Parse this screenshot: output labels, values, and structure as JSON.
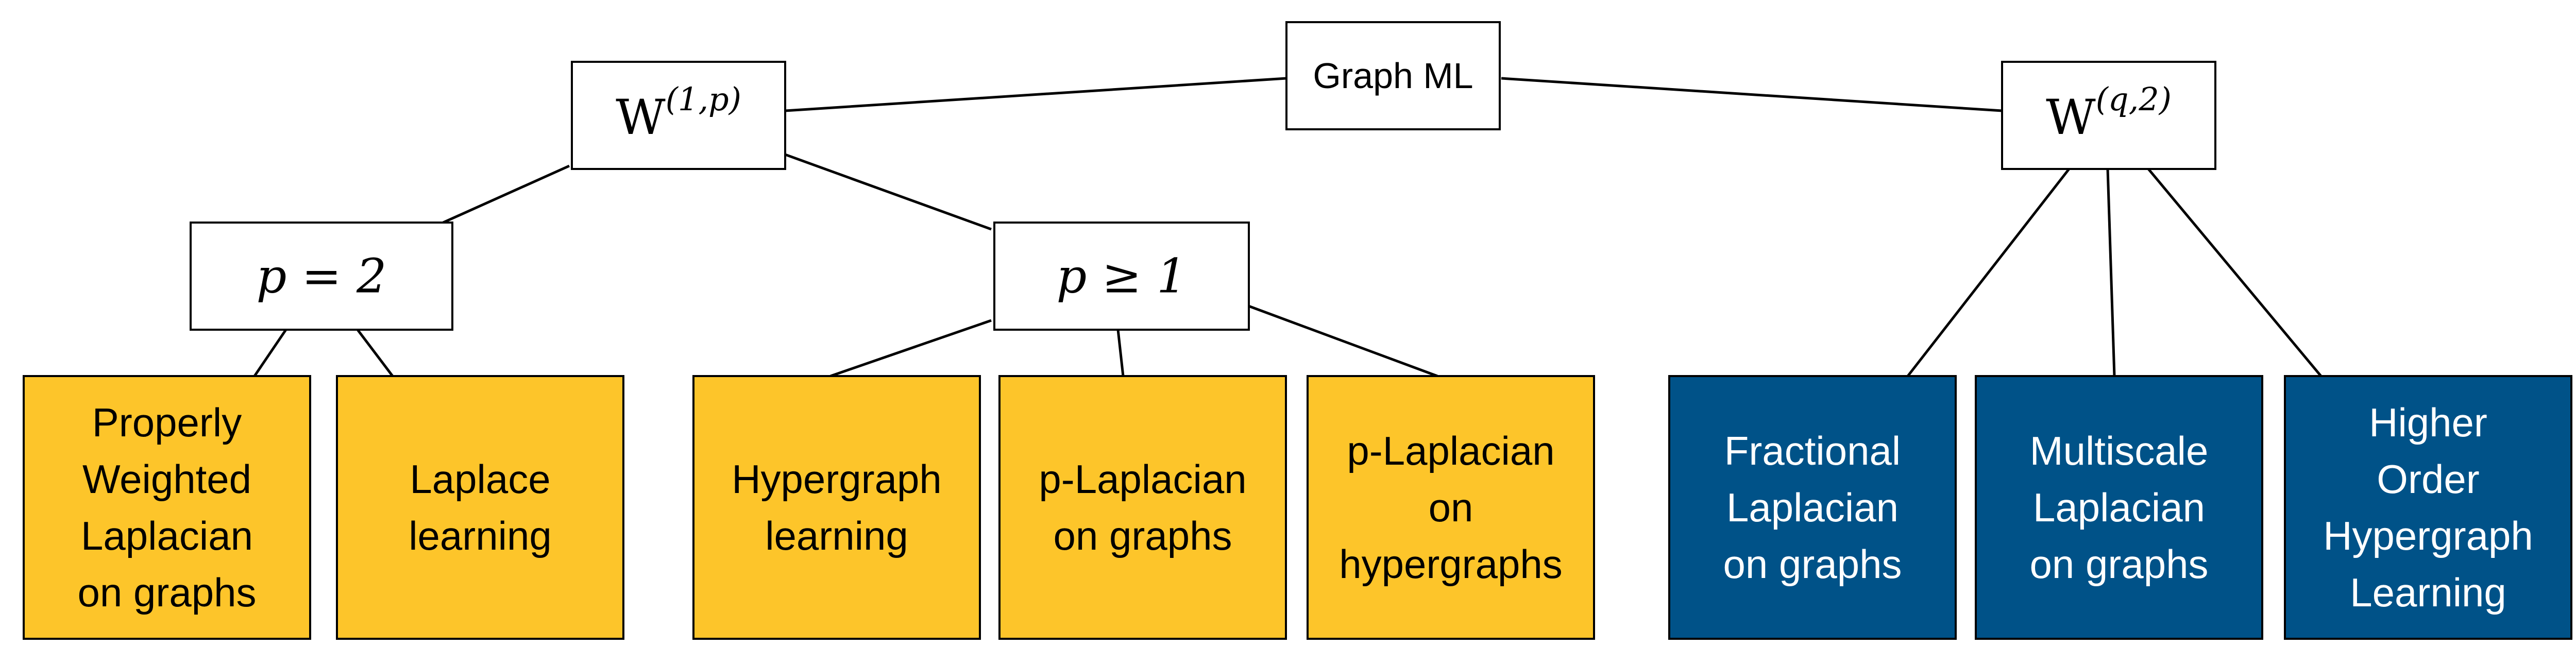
{
  "colors": {
    "line": "#000000",
    "white_fill": "#ffffff",
    "box_stroke": "#000000",
    "yellow_fill": "#fdc52a",
    "blue_fill": "#005288",
    "text_dark": "#000000",
    "text_light": "#ffffff"
  },
  "nodes": {
    "root": {
      "label": "Graph ML"
    },
    "w1p": {
      "base": "W",
      "sup": "(1,p)"
    },
    "wq2": {
      "base": "W",
      "sup": "(q,2)"
    },
    "p2": {
      "label": "p = 2"
    },
    "pge1": {
      "label": "p ≥ 1"
    }
  },
  "leaves": [
    {
      "id": "properly-weighted",
      "lines": [
        "Properly",
        "Weighted",
        "Laplacian",
        "on graphs"
      ]
    },
    {
      "id": "laplace-learning",
      "lines": [
        "Laplace",
        "learning"
      ]
    },
    {
      "id": "hypergraph-learning",
      "lines": [
        "Hypergraph",
        "learning"
      ]
    },
    {
      "id": "p-laplacian-graphs",
      "lines": [
        "p-Laplacian",
        "on graphs"
      ]
    },
    {
      "id": "p-laplacian-hypergraphs",
      "lines": [
        "p-Laplacian",
        "on",
        "hypergraphs"
      ]
    },
    {
      "id": "fractional-laplacian",
      "lines": [
        "Fractional",
        "Laplacian",
        "on graphs"
      ]
    },
    {
      "id": "multiscale-laplacian",
      "lines": [
        "Multiscale",
        "Laplacian",
        "on graphs"
      ]
    },
    {
      "id": "higher-order-hypergraph",
      "lines": [
        "Higher",
        "Order",
        "Hypergraph",
        "Learning"
      ]
    }
  ]
}
